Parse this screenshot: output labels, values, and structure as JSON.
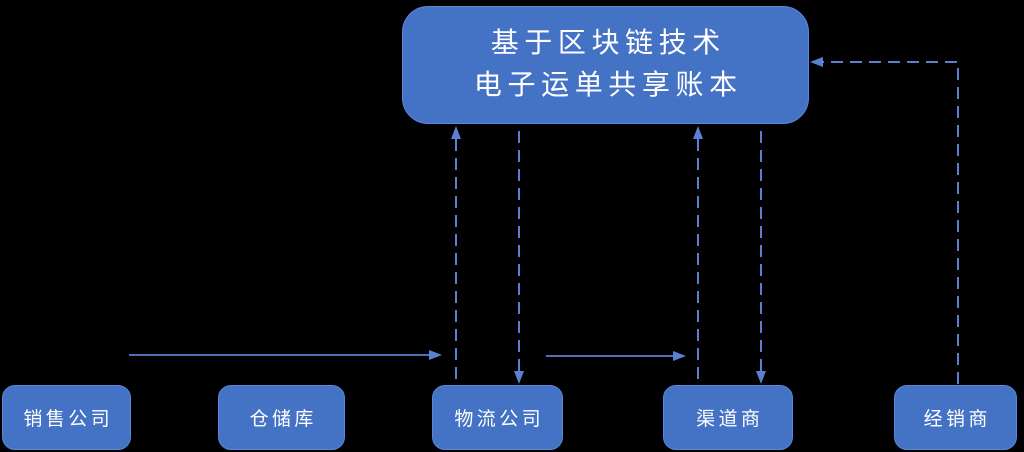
{
  "diagram": {
    "ledger": {
      "line1": "基于区块链技术",
      "line2": "电子运单共享账本"
    },
    "nodes": [
      {
        "id": "sales-company",
        "label": "销售公司"
      },
      {
        "id": "warehouse",
        "label": "仓储库"
      },
      {
        "id": "logistics-company",
        "label": "物流公司"
      },
      {
        "id": "channel-dealer",
        "label": "渠道商"
      },
      {
        "id": "distributor",
        "label": "经销商"
      }
    ],
    "connections": [
      {
        "from": "logistics-company",
        "to": "ledger",
        "style": "dashed",
        "direction": "up"
      },
      {
        "from": "ledger",
        "to": "logistics-company",
        "style": "dashed",
        "direction": "down"
      },
      {
        "from": "channel-dealer",
        "to": "ledger",
        "style": "dashed",
        "direction": "up"
      },
      {
        "from": "ledger",
        "to": "channel-dealer",
        "style": "dashed",
        "direction": "down"
      },
      {
        "from": "distributor",
        "to": "ledger",
        "style": "dashed",
        "direction": "elbow-up-left"
      },
      {
        "from": "sales-company",
        "to": "logistics-company",
        "style": "solid",
        "direction": "right"
      },
      {
        "from": "logistics-company",
        "to": "channel-dealer",
        "style": "solid",
        "direction": "right"
      }
    ]
  },
  "colors": {
    "background": "#000000",
    "box_fill": "#4472C4",
    "box_border": "#5B87D8",
    "text": "#FFFFFF",
    "connector": "#5B80D0"
  }
}
